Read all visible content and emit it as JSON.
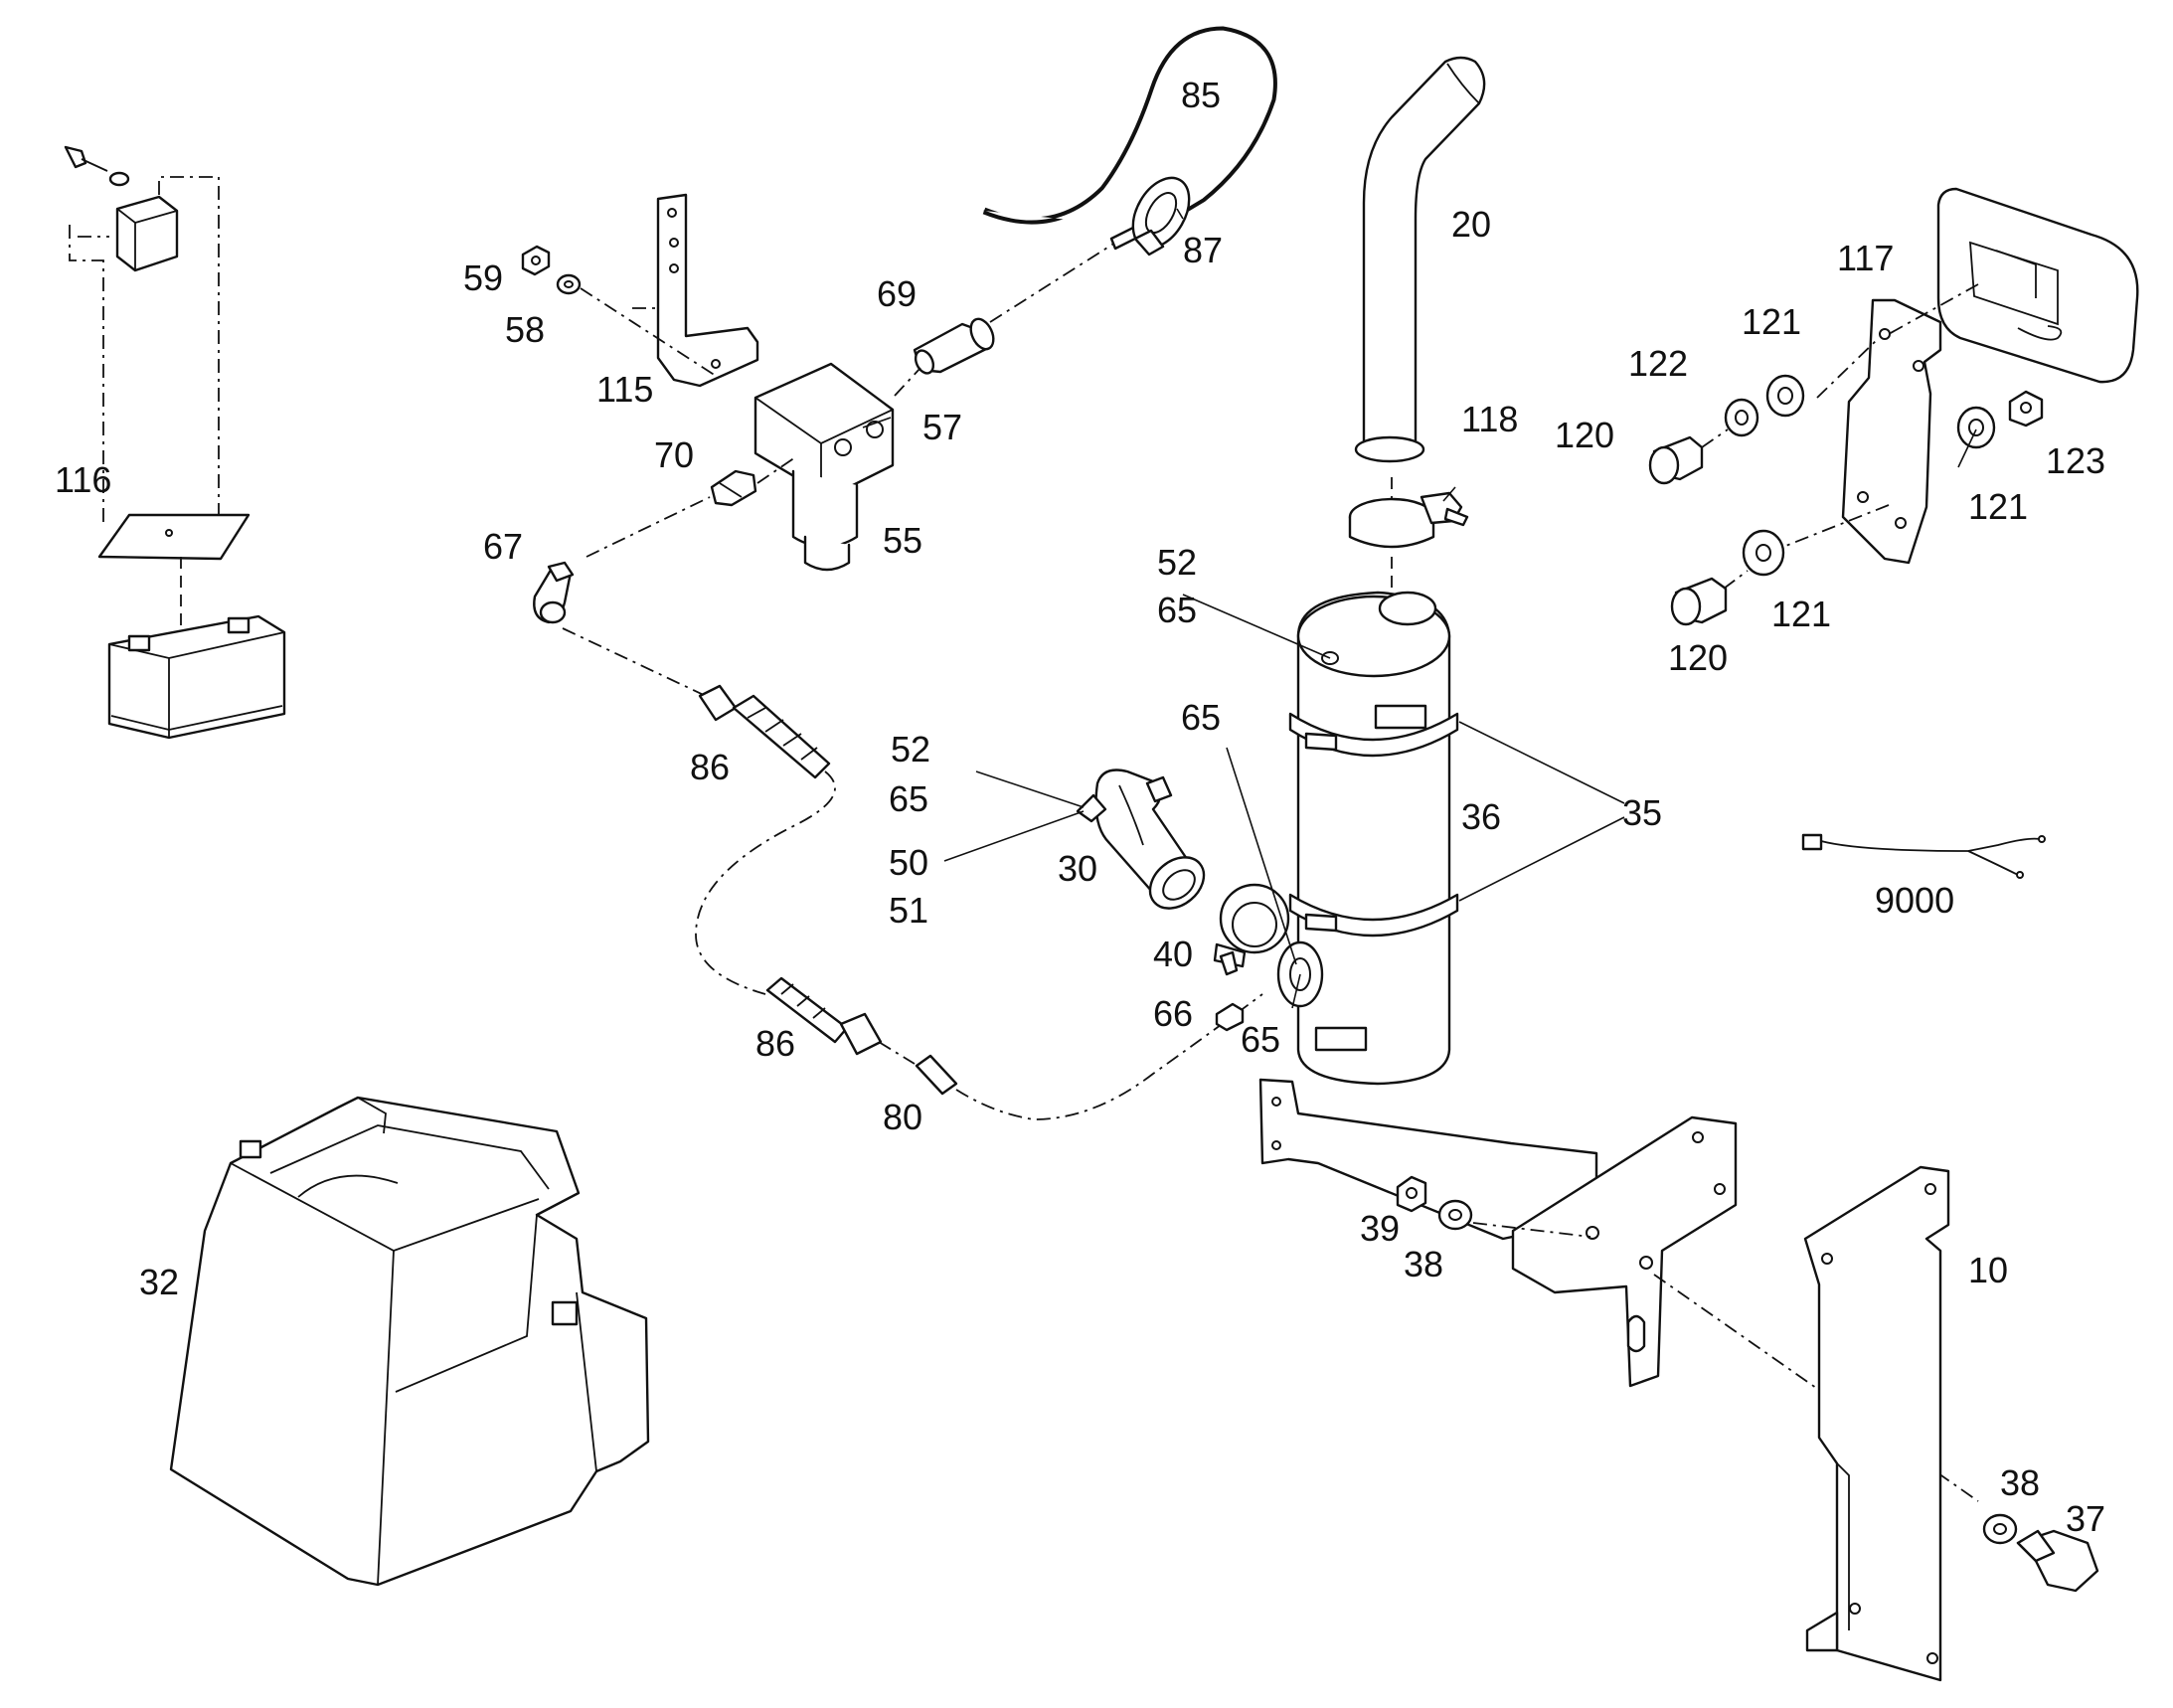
{
  "diagram": {
    "callouts": {
      "c116": "116",
      "c115": "115",
      "c59": "59",
      "c58": "58",
      "c69": "69",
      "c57": "57",
      "c70": "70",
      "c55": "55",
      "c67": "67",
      "c85": "85",
      "c87": "87",
      "c20": "20",
      "c118": "118",
      "c117": "117",
      "c122": "122",
      "c121a": "121",
      "c120a": "120",
      "c123": "123",
      "c121b": "121",
      "c121c": "121",
      "c120b": "120",
      "c52a": "52",
      "c65a": "65",
      "c86a": "86",
      "c52b": "52",
      "c65b": "65",
      "c50": "50",
      "c51": "51",
      "c30": "30",
      "c65c": "65",
      "c36": "36",
      "c35": "35",
      "c9000": "9000",
      "c40": "40",
      "c66": "66",
      "c65d": "65",
      "c86b": "86",
      "c80": "80",
      "c32": "32",
      "c39": "39",
      "c38a": "38",
      "c10": "10",
      "c38b": "38",
      "c37": "37"
    }
  }
}
